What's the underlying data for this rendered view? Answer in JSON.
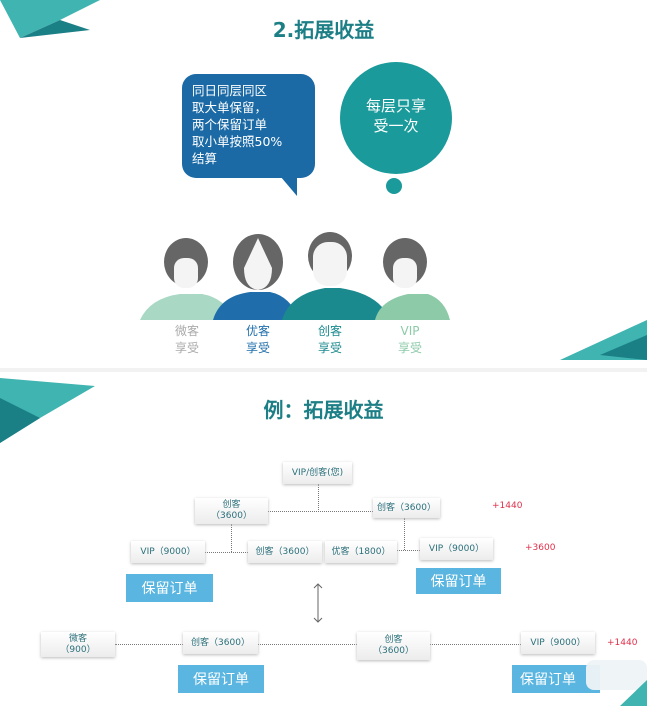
{
  "slide1": {
    "title": "2.拓展收益",
    "speech_bubble": [
      "同日同层同区",
      "取大单保留，",
      "两个保留订单",
      "取小单按照50%",
      "结算"
    ],
    "thought_bubble": [
      "每层只享",
      "受一次"
    ],
    "people": [
      {
        "l1": "微客",
        "l2": "享受",
        "body": "#a9d8c4"
      },
      {
        "l1": "优客",
        "l2": "享受",
        "body": "#1f6eab"
      },
      {
        "l1": "创客",
        "l2": "享受",
        "body": "#1b8a8e"
      },
      {
        "l1": "VIP",
        "l2": "享受",
        "body": "#8ccaa8"
      }
    ]
  },
  "slide2": {
    "title": "例：拓展收益",
    "nodes": {
      "root": "VIP/创客(您)",
      "l1_left": "创客\n（3600）",
      "l1_right": "创客（3600）",
      "l2_vip_left": "VIP（9000）",
      "l2_mid_chuang": "创客（3600）",
      "l2_mid_you": "优客（1800）",
      "l2_vip_right": "VIP（9000）",
      "b_wei": "微客\n（900）",
      "b_chuang1": "创客（3600）",
      "b_chuang2": "创客\n（3600）",
      "b_vip": "VIP（9000）"
    },
    "bonuses": {
      "b1": "+1440",
      "b2": "+3600",
      "b3": "+1440"
    },
    "keep_label": "保留订单"
  }
}
